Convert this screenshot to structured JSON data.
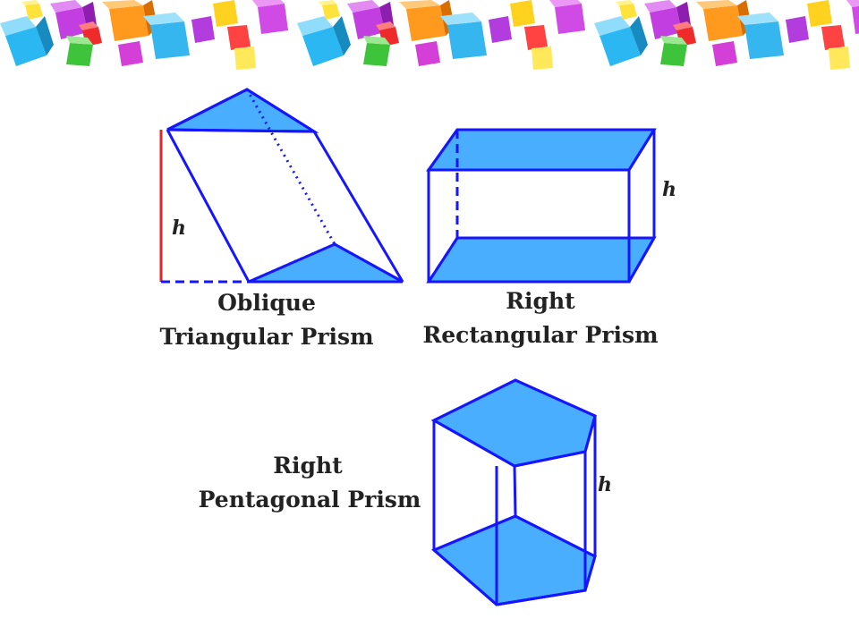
{
  "colors": {
    "edge": "#1515ff",
    "face": "#4aaeff",
    "height_line": "#e0252b",
    "text": "#222222"
  },
  "banner": {
    "decoration": "colorful-cubes-banner"
  },
  "figures": {
    "oblique_triangular": {
      "name_line1": "Oblique",
      "name_line2": "Triangular Prism",
      "height_label": "h"
    },
    "right_rectangular": {
      "name_line1": "Right",
      "name_line2": "Rectangular Prism",
      "height_label": "h"
    },
    "right_pentagonal": {
      "name_line1": "Right",
      "name_line2": "Pentagonal Prism",
      "height_label": "h"
    }
  }
}
